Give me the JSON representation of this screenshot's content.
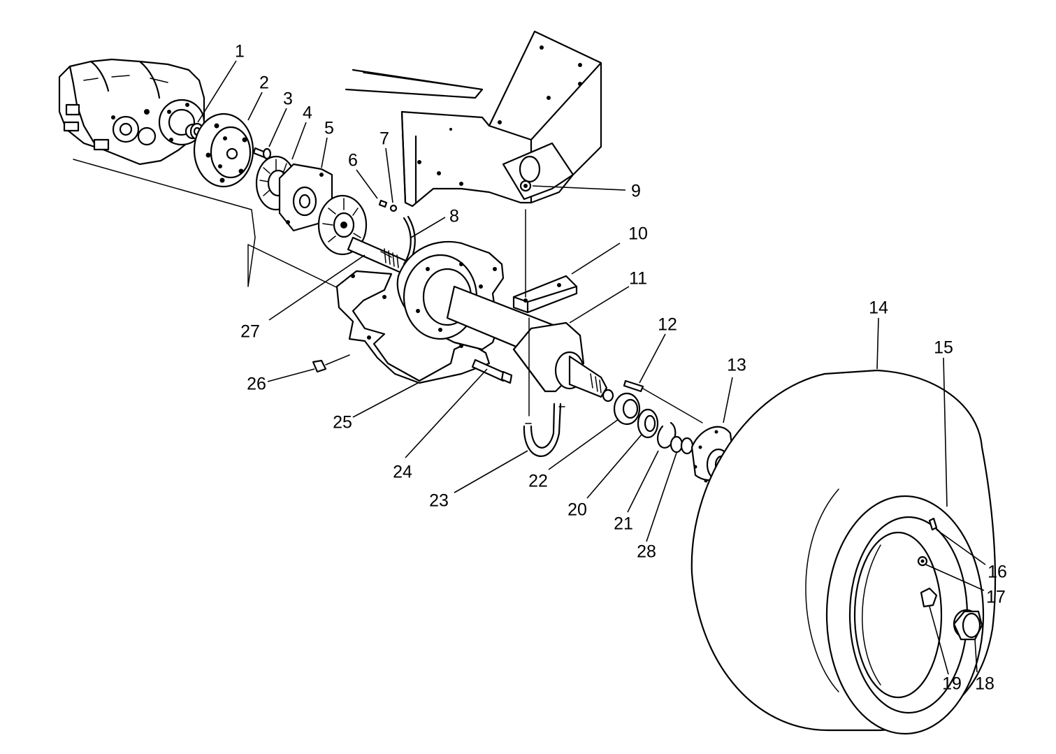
{
  "colors": {
    "ink": "#000000",
    "paper": "#ffffff"
  },
  "callouts": [
    {
      "id": "1",
      "label": "1"
    },
    {
      "id": "2",
      "label": "2"
    },
    {
      "id": "3",
      "label": "3"
    },
    {
      "id": "4",
      "label": "4"
    },
    {
      "id": "5",
      "label": "5"
    },
    {
      "id": "6",
      "label": "6"
    },
    {
      "id": "7",
      "label": "7"
    },
    {
      "id": "8",
      "label": "8"
    },
    {
      "id": "9",
      "label": "9"
    },
    {
      "id": "10",
      "label": "10"
    },
    {
      "id": "11",
      "label": "11"
    },
    {
      "id": "12",
      "label": "12"
    },
    {
      "id": "13",
      "label": "13"
    },
    {
      "id": "14",
      "label": "14"
    },
    {
      "id": "15",
      "label": "15"
    },
    {
      "id": "16",
      "label": "16"
    },
    {
      "id": "17",
      "label": "17"
    },
    {
      "id": "18",
      "label": "18"
    },
    {
      "id": "19",
      "label": "19"
    },
    {
      "id": "20",
      "label": "20"
    },
    {
      "id": "21",
      "label": "21"
    },
    {
      "id": "22",
      "label": "22"
    },
    {
      "id": "23",
      "label": "23"
    },
    {
      "id": "24",
      "label": "24"
    },
    {
      "id": "25",
      "label": "25"
    },
    {
      "id": "26",
      "label": "26"
    },
    {
      "id": "27",
      "label": "27"
    },
    {
      "id": "28",
      "label": "28"
    }
  ]
}
